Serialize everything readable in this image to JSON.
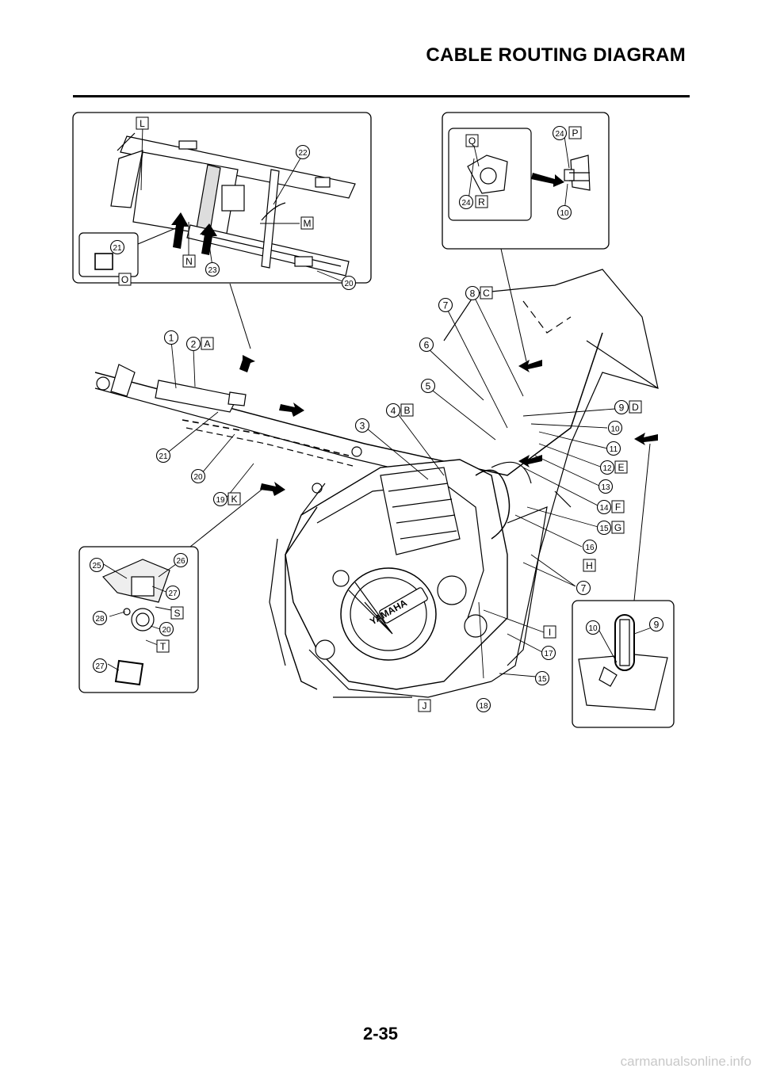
{
  "header": {
    "title": "CABLE ROUTING DIAGRAM"
  },
  "footer": {
    "page_number": "2-35",
    "watermark": "carmanualsonline.info"
  },
  "diagram": {
    "brand_text": "YAMAHA",
    "number_callouts": [
      "1",
      "2",
      "3",
      "4",
      "5",
      "6",
      "7",
      "8",
      "9",
      "10",
      "11",
      "12",
      "13",
      "14",
      "15",
      "16",
      "17",
      "18",
      "19",
      "20",
      "21",
      "22",
      "23",
      "24",
      "25",
      "26",
      "27",
      "28"
    ],
    "letter_labels": [
      "A",
      "B",
      "C",
      "D",
      "E",
      "F",
      "G",
      "H",
      "I",
      "J",
      "K",
      "L",
      "M",
      "N",
      "O",
      "P",
      "Q",
      "R",
      "S",
      "T"
    ]
  }
}
